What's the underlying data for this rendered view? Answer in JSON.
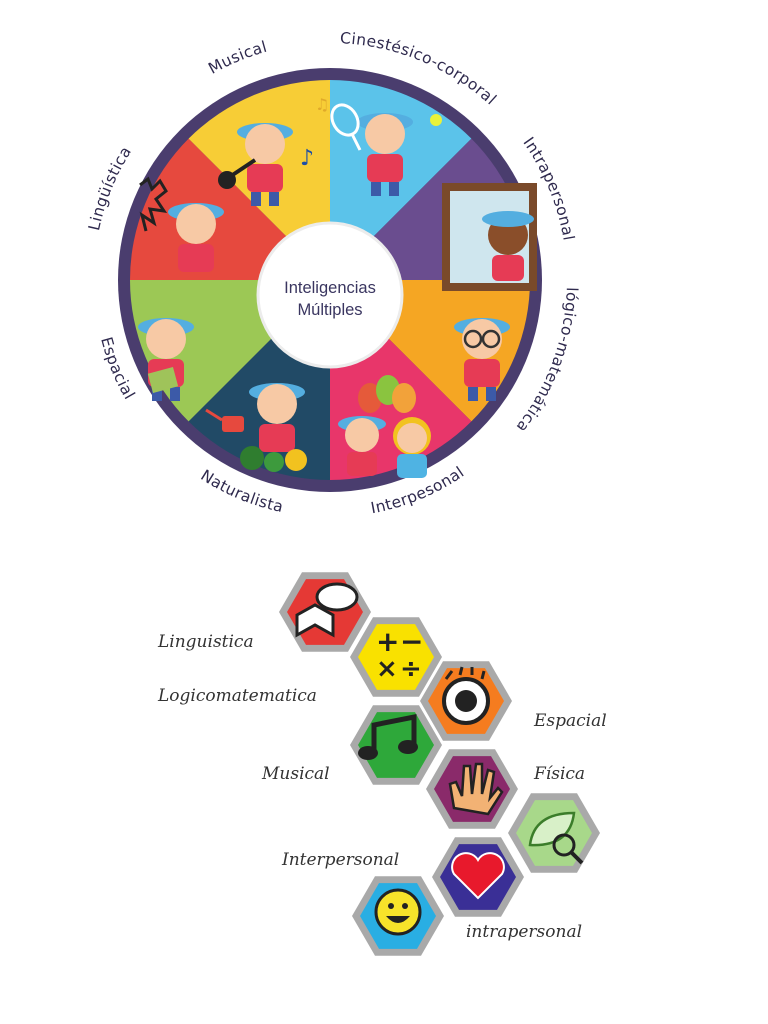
{
  "wheel": {
    "center_title": [
      "Inteligencias",
      "Múltiples"
    ],
    "segments": [
      {
        "label": "Musical",
        "color": "#5bc3ea",
        "icon": "guitar-icon"
      },
      {
        "label": "Cinestésico-corporal",
        "color": "#6a4d8f",
        "icon": "tennis-racket-icon"
      },
      {
        "label": "Intrapersonal",
        "color": "#f5a623",
        "icon": "mirror-icon"
      },
      {
        "label": "lógico-matemática",
        "color": "#e8366a",
        "icon": "glasses-icon"
      },
      {
        "label": "Interpesonal",
        "color": "#214a66",
        "icon": "balloons-icon"
      },
      {
        "label": "Naturalista",
        "color": "#9cc855",
        "icon": "watering-can-icon"
      },
      {
        "label": "Espacial",
        "color": "#e6493e",
        "icon": "map-icon"
      },
      {
        "label": "Lingüística",
        "color": "#f7cd36",
        "icon": "letters-icon"
      }
    ]
  },
  "hexagons": [
    {
      "label": "Linguistica",
      "color": "#e53935",
      "icon": "book-speech-icon"
    },
    {
      "label": "Logicomatematica",
      "color": "#f9e100",
      "icon": "math-operators-icon"
    },
    {
      "label": "Espacial",
      "color": "#f57c1f",
      "icon": "eye-icon"
    },
    {
      "label": "Musical",
      "color": "#2ea83a",
      "icon": "music-note-icon"
    },
    {
      "label": "Física",
      "color": "#8a2a6a",
      "icon": "hand-icon"
    },
    {
      "label": "",
      "color": "#a8d88a",
      "icon": "leaf-magnifier-icon"
    },
    {
      "label": "Interpersonal",
      "color": "#3a2f96",
      "icon": "heart-icon"
    },
    {
      "label": "intrapersonal",
      "color": "#29aee3",
      "icon": "smiley-icon"
    }
  ]
}
